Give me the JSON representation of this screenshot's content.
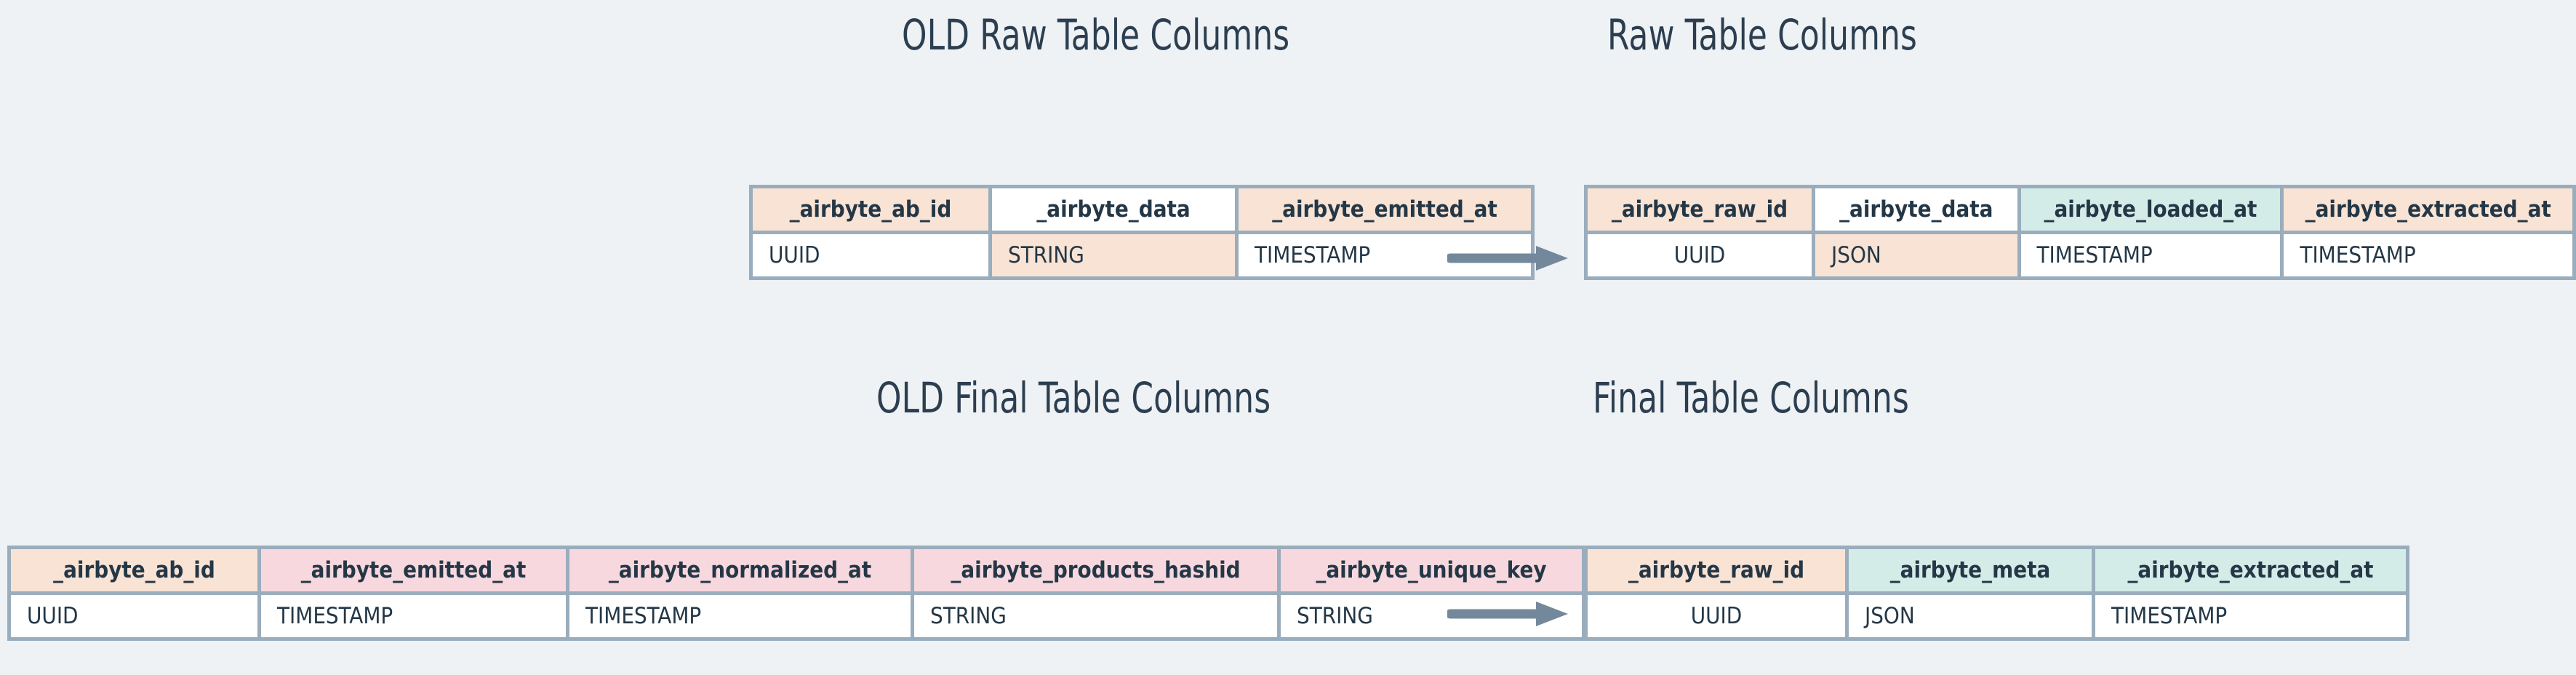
{
  "page": {
    "background_color": "#eef2f5",
    "title_color": "#2c3e50",
    "border_color": "#9aadbd",
    "arrow_color": "#74889b"
  },
  "palette": {
    "peach": "#f8e3d5",
    "mint": "#d3ece8",
    "pink": "#f7d8de",
    "white": "#ffffff"
  },
  "sections": [
    {
      "id": "raw",
      "old_title": "OLD Raw Table Columns",
      "new_title": "Raw Table Columns"
    },
    {
      "id": "final",
      "old_title": "OLD Final Table Columns",
      "new_title": "Final Table Columns"
    }
  ],
  "tables": {
    "old_raw": {
      "name": "OLD Raw Table Columns",
      "columns": [
        {
          "header": "_airbyte_ab_id",
          "type": "UUID",
          "header_color": "peach",
          "type_color": "white"
        },
        {
          "header": "_airbyte_data",
          "type": "STRING",
          "header_color": "white",
          "type_color": "peach"
        },
        {
          "header": "_airbyte_emitted_at",
          "type": "TIMESTAMP",
          "header_color": "peach",
          "type_color": "white"
        }
      ]
    },
    "new_raw": {
      "name": "Raw Table Columns",
      "columns": [
        {
          "header": "_airbyte_raw_id",
          "type": "UUID",
          "header_color": "peach",
          "type_color": "white"
        },
        {
          "header": "_airbyte_data",
          "type": "JSON",
          "header_color": "white",
          "type_color": "peach"
        },
        {
          "header": "_airbyte_loaded_at",
          "type": "TIMESTAMP",
          "header_color": "mint",
          "type_color": "white"
        },
        {
          "header": "_airbyte_extracted_at",
          "type": "TIMESTAMP",
          "header_color": "peach",
          "type_color": "white"
        }
      ]
    },
    "old_final": {
      "name": "OLD Final Table Columns",
      "columns": [
        {
          "header": "_airbyte_ab_id",
          "type": "UUID",
          "header_color": "peach",
          "type_color": "white"
        },
        {
          "header": "_airbyte_emitted_at",
          "type": "TIMESTAMP",
          "header_color": "pink",
          "type_color": "white"
        },
        {
          "header": "_airbyte_normalized_at",
          "type": "TIMESTAMP",
          "header_color": "pink",
          "type_color": "white"
        },
        {
          "header": "_airbyte_products_hashid",
          "type": "STRING",
          "header_color": "pink",
          "type_color": "white"
        },
        {
          "header": "_airbyte_unique_key",
          "type": "STRING",
          "header_color": "pink",
          "type_color": "white"
        }
      ]
    },
    "new_final": {
      "name": "Final Table Columns",
      "columns": [
        {
          "header": "_airbyte_raw_id",
          "type": "UUID",
          "header_color": "peach",
          "type_color": "white"
        },
        {
          "header": "_airbyte_meta",
          "type": "JSON",
          "header_color": "mint",
          "type_color": "white"
        },
        {
          "header": "_airbyte_extracted_at",
          "type": "TIMESTAMP",
          "header_color": "mint",
          "type_color": "white"
        }
      ]
    }
  },
  "arrows": [
    {
      "id": "arrow-raw",
      "label": "maps-to-arrow"
    },
    {
      "id": "arrow-final",
      "label": "maps-to-arrow"
    }
  ]
}
